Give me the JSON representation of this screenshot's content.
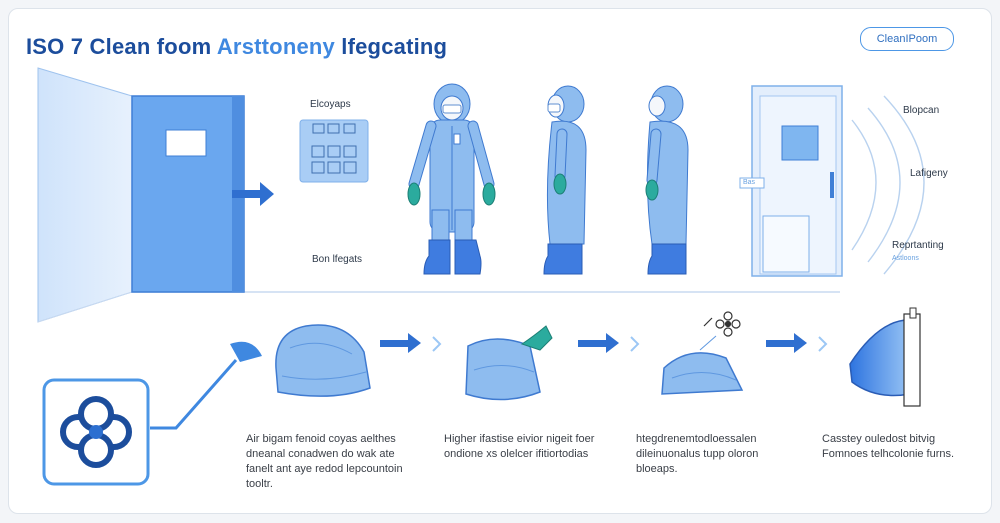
{
  "header": {
    "title_main": "ISO 7 Clean foom ",
    "title_accent": "Arsttoneny",
    "title_tail": " lfegcating",
    "badge": "CleanIPoom"
  },
  "upper_labels": {
    "panel_top": "Elcoyaps",
    "panel_bottom": "Bon lfegats",
    "door_tag": "Bas",
    "right_1": "Blopcan",
    "right_2": "Lafigeny",
    "right_3": "Reprtanting",
    "right_3_sub": "Astloons"
  },
  "steps": [
    {
      "caption": "Air bigam fenoid coyas aelthes dneanal conadwen do wak ate fanelt ant aye redod lepcountoin tooltr."
    },
    {
      "caption": "Higher ifastise eivior nigeit foer ondione xs olelcer ifitiortodias"
    },
    {
      "caption": "htegdrenemtodloessalen dileinuonalus tupp oloron bloeaps."
    },
    {
      "caption": "Casstey ouledost bitvig Fomnoes telhcolonie furns."
    }
  ],
  "icons": {
    "logo": "cleanroom-cluster-icon",
    "flower": "particle-flower-icon"
  },
  "colors": {
    "primary": "#1c4d9c",
    "accent": "#3f88e0",
    "suit": "#8ebcef",
    "glove": "#2bab9e",
    "boot": "#3f7ce0"
  }
}
